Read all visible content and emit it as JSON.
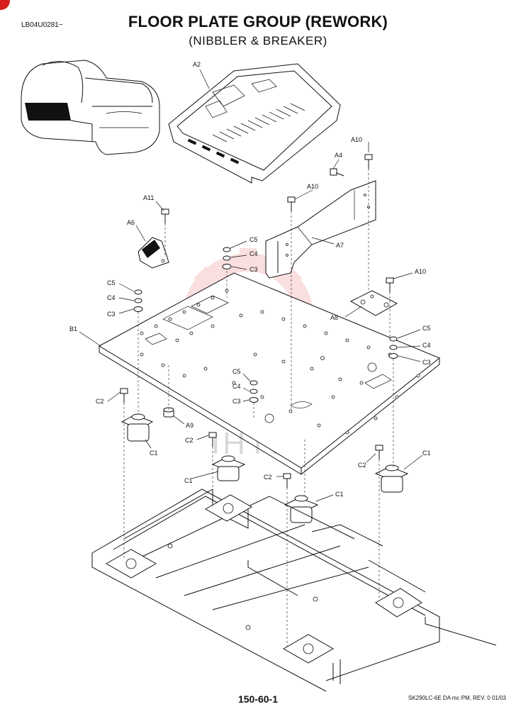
{
  "header": {
    "doc_code": "LB04U0281~",
    "title": "FLOOR PLATE GROUP (REWORK)",
    "subtitle": "(NIBBLER & BREAKER)"
  },
  "watermark": {
    "text": "IHTEX",
    "color": "#f3a6a6"
  },
  "callouts": {
    "a2": "A2",
    "a10_top": "A10",
    "a4": "A4",
    "a10_mid": "A10",
    "a11": "A11",
    "a6": "A6",
    "a7": "A7",
    "a10_right": "A10",
    "a8": "A8",
    "b1": "B1",
    "c5_top": "C5",
    "c4_top": "C4",
    "c3_top": "C3",
    "c5_left": "C5",
    "c4_left": "C4",
    "c3_left": "C3",
    "c5_right": "C5",
    "c4_right": "C4",
    "c3_right": "C3",
    "c5_mid": "C5",
    "c4_mid": "C4",
    "c3_mid": "C3",
    "c2_left": "C2",
    "c1_left": "C1",
    "a9": "A9",
    "c2_center": "C2",
    "c1_center": "C1",
    "c2_front": "C2",
    "c1_front": "C1",
    "c2_right": "C2",
    "c1_right": "C1"
  },
  "footer": {
    "page_number": "150-60-1",
    "reference": "SK290LC-6E DA mc PM, REV. 0 01/03"
  }
}
